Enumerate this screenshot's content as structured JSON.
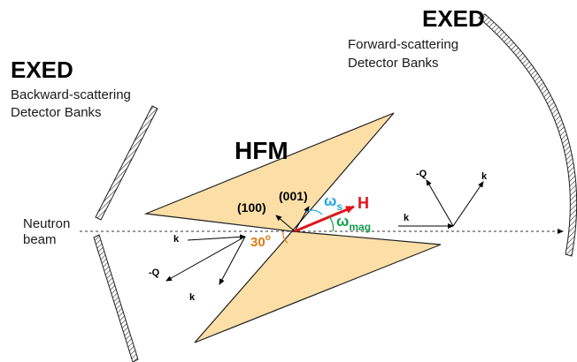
{
  "exed_back": {
    "title": "EXED",
    "line1": "Backward-scattering",
    "line2": "Detector Banks"
  },
  "exed_fwd": {
    "title": "EXED",
    "line1": "Forward-scattering",
    "line2": "Detector Banks"
  },
  "hfm": {
    "title": "HFM"
  },
  "beam": {
    "line1": "Neutron",
    "line2": "beam"
  },
  "vectors": {
    "k_left": "k",
    "negQ_left": "-Q",
    "k_left_bottom": "k",
    "negQ_right": "-Q",
    "k_right_top": "k",
    "k_right": "k"
  },
  "crystal": {
    "dir_100": "(100)",
    "dir_001": "(001)",
    "field": "H"
  },
  "angles": {
    "omega_s": "ω",
    "omega_s_sub": "s",
    "omega_mag": "ω",
    "omega_mag_sub": "mag",
    "thirty": "30",
    "degree": "o"
  },
  "colors": {
    "magnet_fill": "#fbdfa7",
    "field_red": "#e0151b",
    "omega_s_blue": "#1fa9e1",
    "omega_mag_green": "#12a04b",
    "angle_orange": "#e07a12"
  }
}
